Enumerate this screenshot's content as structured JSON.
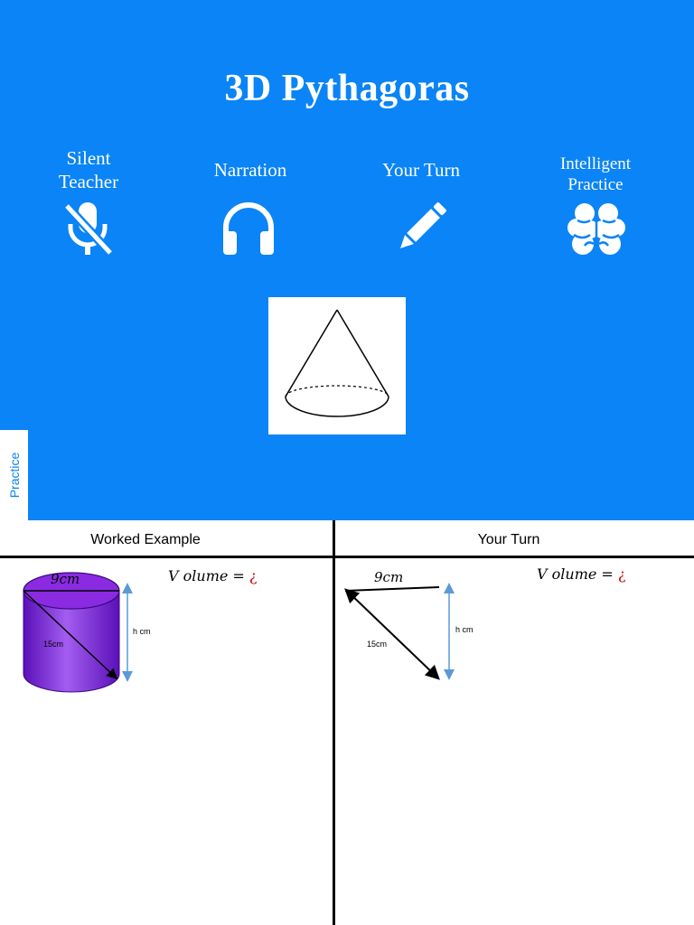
{
  "title": "3D Pythagoras",
  "modes": [
    {
      "label": "Silent\nTeacher",
      "icon": "muted-microphone-icon"
    },
    {
      "label": "Narration",
      "icon": "headphones-icon"
    },
    {
      "label": "Your Turn",
      "icon": "pencil-icon"
    },
    {
      "label": "Intelligent\nPractice",
      "icon": "brain-icon"
    }
  ],
  "practice_tab": "Practice",
  "colors": {
    "banner": "#0a84f6",
    "cylinder": "#8a2be2",
    "arrow": "#5b9bd5",
    "question_mark": "#c00000"
  },
  "worked_example": {
    "heading": "Worked Example",
    "formula": "V olume =",
    "formula_mark": "¿",
    "diameter": "9cm",
    "diagonal": "15cm",
    "height": "h cm"
  },
  "your_turn": {
    "heading": "Your Turn",
    "formula": "V olume =",
    "formula_mark": "¿",
    "diameter": "9cm",
    "diagonal": "15cm",
    "height": "h cm"
  }
}
